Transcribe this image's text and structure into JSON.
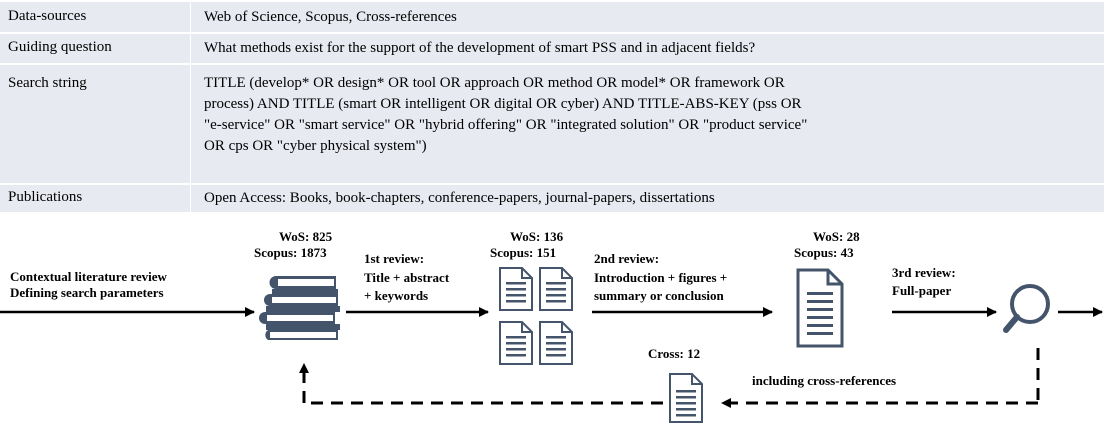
{
  "table": {
    "rows": [
      {
        "label": "Data-sources",
        "value_lines": [
          "Web of Science, Scopus, Cross-references"
        ]
      },
      {
        "label": "Guiding question",
        "value_lines": [
          "What methods exist for the support of the development of smart PSS and in adjacent fields?"
        ]
      },
      {
        "label": "Search string",
        "value_lines": [
          "TITLE (develop* OR design* OR tool OR approach OR method OR model* OR framework OR",
          "process) AND TITLE (smart OR intelligent OR digital OR cyber) AND TITLE-ABS-KEY (pss OR",
          "\"e-service\" OR \"smart service\" OR \"hybrid offering\" OR \"integrated solution\" OR \"product service\"",
          "OR cps OR \"cyber physical system\")"
        ]
      },
      {
        "label": "Publications",
        "value_lines": [
          "Open Access: Books, book-chapters, conference-papers, journal-papers, dissertations"
        ]
      }
    ]
  },
  "flow": {
    "start_line1": "Contextual literature review",
    "start_line2": "Defining search parameters",
    "stage1_count1": "WoS: 825",
    "stage1_count2": "Scopus: 1873",
    "review1_line1": "1st review:",
    "review1_line2": "Title + abstract",
    "review1_line3": "+ keywords",
    "stage2_count1": "WoS: 136",
    "stage2_count2": "Scopus: 151",
    "review2_line1": "2nd review:",
    "review2_line2": "Introduction  + figures +",
    "review2_line3": "summary or conclusion",
    "stage3_count1": "WoS: 28",
    "stage3_count2": "Scopus: 43",
    "review3_line1": "3rd review:",
    "review3_line2": "Full-paper",
    "cross_count": "Cross: 12",
    "cross_label": "including cross-references"
  },
  "icons": [
    "books-icon",
    "documents-icon",
    "document-icon",
    "magnifier-icon",
    "cross-document-icon"
  ],
  "colors": {
    "table_bg": "#e8eaf1",
    "icon_fill": "#44546a"
  }
}
